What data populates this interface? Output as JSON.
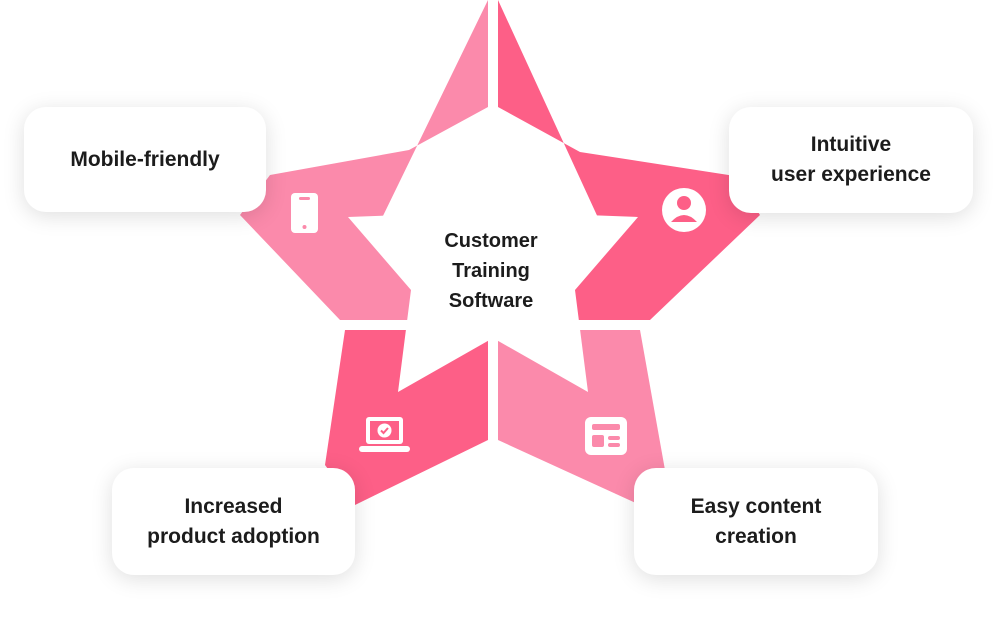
{
  "center": {
    "label": "Customer\nTraining\nSoftware"
  },
  "features": [
    {
      "label": "Mobile-friendly",
      "icon": "mobile-phone-icon"
    },
    {
      "label": "Intuitive\nuser experience",
      "icon": "user-profile-icon"
    },
    {
      "label": "Easy content\ncreation",
      "icon": "content-layout-icon"
    },
    {
      "label": "Increased\nproduct adoption",
      "icon": "laptop-check-icon"
    }
  ],
  "colors": {
    "light_pink": "#fb8aab",
    "dark_pink": "#fd5f87",
    "card_bg": "#ffffff",
    "text": "#1c1c1c"
  }
}
